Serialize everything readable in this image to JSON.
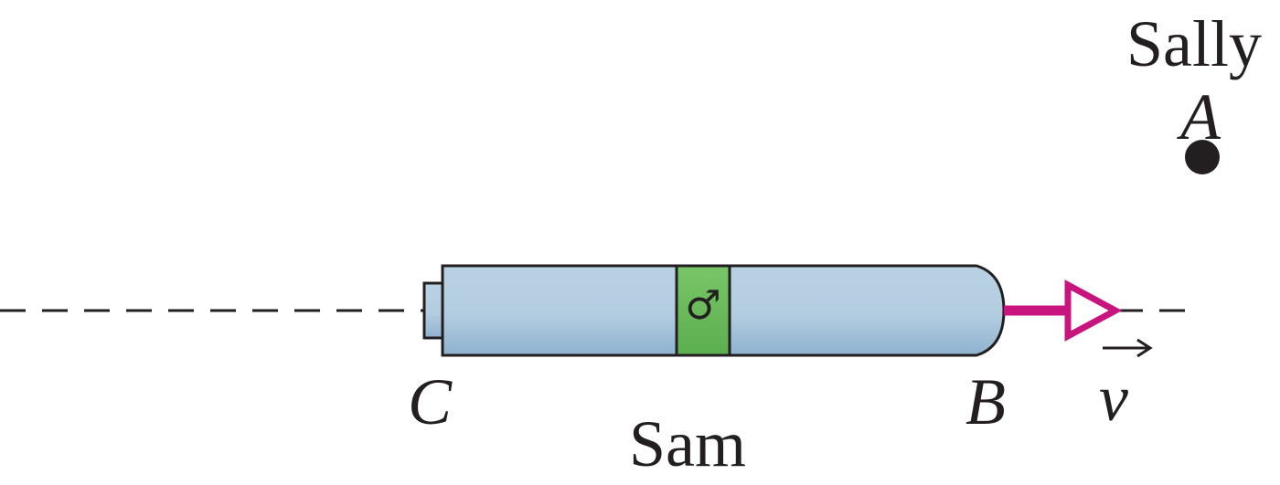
{
  "labels": {
    "sally": "Sally",
    "point_a": "A",
    "point_b": "B",
    "point_c": "C",
    "sam": "Sam",
    "velocity": "v"
  },
  "ship": {
    "symbol": "♂",
    "body_color": "#b3cde0",
    "band_color": "#6cbf5c"
  },
  "arrow_color": "#c8157e",
  "line_color": "#231f20"
}
